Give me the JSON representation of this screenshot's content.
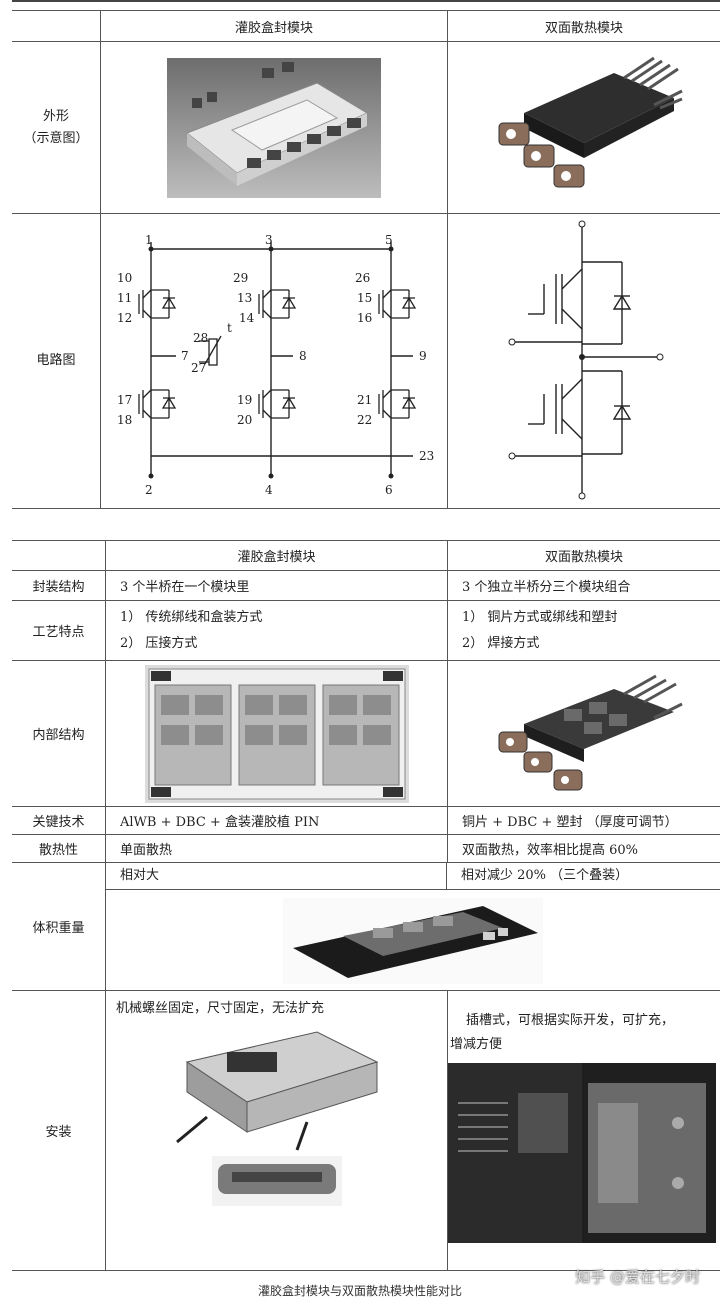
{
  "table1": {
    "col1": "灌胶盒封模块",
    "col2": "双面散热模块",
    "row1_label_a": "外形",
    "row1_label_b": "（示意图）",
    "row2_label": "电路图",
    "circuit_left_labels": [
      "1",
      "3",
      "5",
      "10",
      "29",
      "26",
      "11",
      "13",
      "15",
      "12",
      "14",
      "16",
      "28",
      "t",
      "27",
      "7",
      "8",
      "9",
      "17",
      "19",
      "21",
      "18",
      "20",
      "22",
      "23",
      "2",
      "4",
      "6"
    ]
  },
  "table2": {
    "col1": "灌胶盒封模块",
    "col2": "双面散热模块",
    "rows": {
      "pack": {
        "label": "封装结构",
        "a": "3 个半桥在一个模块里",
        "b": "3 个独立半桥分三个模块组合"
      },
      "craft": {
        "label": "工艺特点",
        "a1": "1） 传统绑线和盒装方式",
        "a2": "2） 压接方式",
        "b1": "1） 铜片方式或绑线和塑封",
        "b2": "2） 焊接方式"
      },
      "inner": {
        "label": "内部结构"
      },
      "tech": {
        "label": "关键技术",
        "a": "AlWB + DBC + 盒装灌胶植 PIN",
        "b": "铜片 + DBC + 塑封 （厚度可调节）"
      },
      "heat": {
        "label": "散热性",
        "a": "单面散热",
        "b": "双面散热，效率相比提高 60%"
      },
      "vol": {
        "label": "体积重量",
        "a": "相对大",
        "b": "相对减少 20% （三个叠装）"
      },
      "install": {
        "label": "安装",
        "a": "机械螺丝固定，尺寸固定，无法扩充",
        "b1": "插槽式，可根据实际开发，可扩充，",
        "b2": "增减方便"
      }
    }
  },
  "caption": "灌胶盒封模块与双面散热模块性能对比",
  "watermark": "知乎 @爱在七夕时"
}
